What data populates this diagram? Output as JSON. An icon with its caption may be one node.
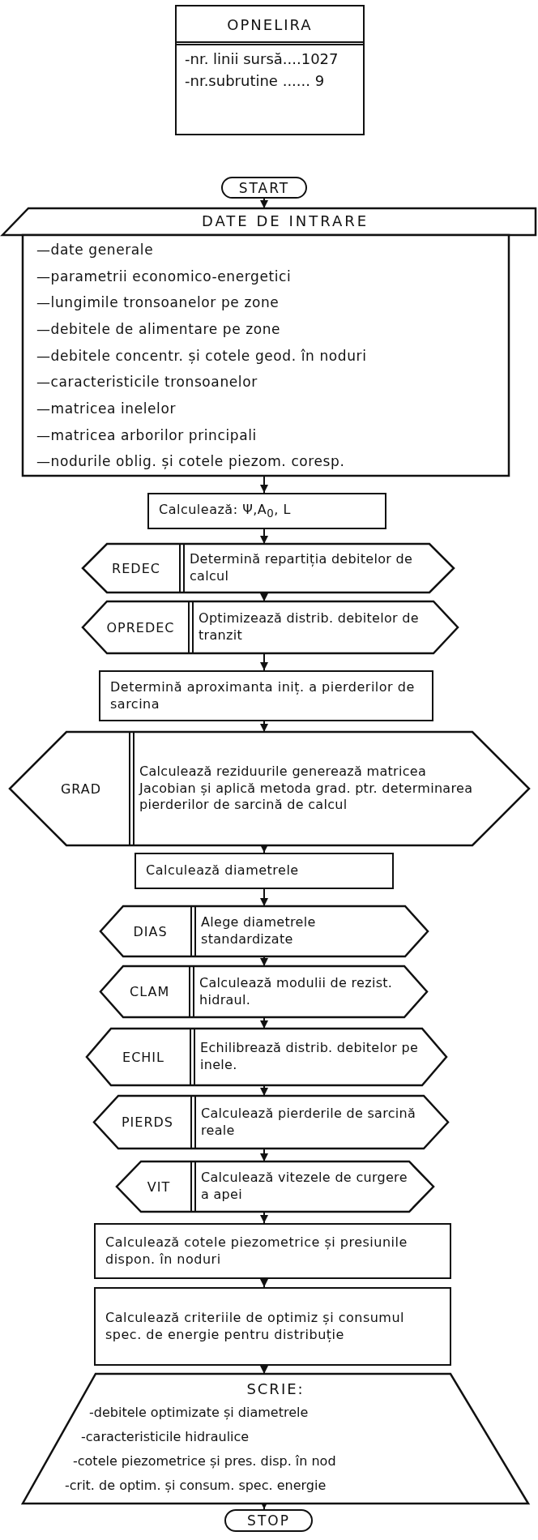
{
  "diagram": {
    "nodes": [
      {
        "text": [
          "OPNELIRA",
          "-nr. linii sursă....1027",
          "-nr.subrutine ...... 9"
        ]
      },
      {
        "text": [
          "START"
        ]
      },
      {
        "text": [
          "DATE DE INTRARE",
          "—date generale",
          "—parametrii economico-energetici",
          "—lungimile tronsoanelor pe zone",
          "—debitele de alimentare pe zone",
          "—debitele concentr. și cotele geod. în noduri",
          "—caracteristicile tronsoanelor",
          "—matricea inelelor",
          "—matricea arborilor principali",
          "—nodurile oblig. și cotele piezom. coresp."
        ]
      },
      {
        "text": [
          "Calculează: Ψ,A$_{0}$, L"
        ]
      },
      {
        "text": [
          "REDEC",
          "Determină repartiția debitelor de calcul"
        ]
      },
      {
        "text": [
          "OPREDEC",
          "Optimizează distrib. debitelor de tranzit"
        ]
      },
      {
        "text": [
          "Determină aproximanta iniț. a pierderilor de sarcina"
        ]
      },
      {
        "text": [
          "GRAD",
          "Calculează reziduurile generează matricea Jacobian și aplică metoda grad. ptr. determinarea pierderilor de sarcină de calcul"
        ]
      },
      {
        "text": [
          "Calculează diametrele"
        ]
      },
      {
        "text": [
          "DIAS",
          "Alege diametrele standardizate"
        ]
      },
      {
        "text": [
          "CLAM",
          "Calculează modulii de rezist. hidraul."
        ]
      },
      {
        "text": [
          "ECHIL",
          "Echilibrează distrib. debitelor pe inele."
        ]
      },
      {
        "text": [
          "PIERDS",
          "Calculează pierderile de sarcină reale"
        ]
      },
      {
        "text": [
          "VIT",
          "Calculează vitezele de curgere a apei"
        ]
      },
      {
        "text": [
          "Calculează cotele piezometrice și presiunile dispon. în noduri"
        ]
      },
      {
        "text": [
          "Calculează criteriile de optimiz și consumul spec. de energie pentru distribuție"
        ]
      },
      {
        "text": [
          "SCRIE:",
          "-debitele optimizate și diametrele",
          "-caracteristicile hidraulice",
          "-cotele piezometrice și pres. disp. în nod",
          "-crit. de optim. și consum. spec. energie"
        ]
      },
      {
        "text": [
          "STOP"
        ]
      }
    ],
    "edges": [
      {
        "from": 1,
        "to": 2,
        "arrow": "to"
      },
      {
        "from": 2,
        "to": 3,
        "arrow": "to"
      },
      {
        "from": 3,
        "to": 4,
        "arrow": "to"
      },
      {
        "from": 4,
        "to": 5,
        "arrow": "to"
      },
      {
        "from": 5,
        "to": 6,
        "arrow": "to"
      },
      {
        "from": 6,
        "to": 7,
        "arrow": "to"
      },
      {
        "from": 7,
        "to": 8,
        "arrow": "to"
      },
      {
        "from": 8,
        "to": 9,
        "arrow": "to"
      },
      {
        "from": 9,
        "to": 10,
        "arrow": "to"
      },
      {
        "from": 10,
        "to": 11,
        "arrow": "to"
      },
      {
        "from": 11,
        "to": 12,
        "arrow": "to"
      },
      {
        "from": 12,
        "to": 13,
        "arrow": "to"
      },
      {
        "from": 13,
        "to": 14,
        "arrow": "to"
      },
      {
        "from": 14,
        "to": 15,
        "arrow": "to"
      },
      {
        "from": 15,
        "to": 16,
        "arrow": "to"
      },
      {
        "from": 16,
        "to": 17,
        "arrow": "to"
      }
    ]
  }
}
